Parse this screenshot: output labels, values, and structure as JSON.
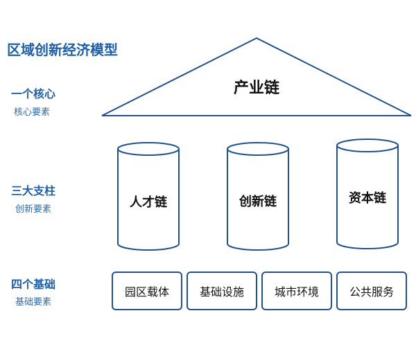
{
  "title": "区域创新经济模型",
  "core": {
    "title": "一个核心",
    "subtitle": "核心要素",
    "label": "产业链"
  },
  "pillars": {
    "title": "三大支柱",
    "subtitle": "创新要素",
    "items": [
      "人才链",
      "创新链",
      "资本链"
    ]
  },
  "foundations": {
    "title": "四个基础",
    "subtitle": "基础要素",
    "items": [
      "园区载体",
      "基础设施",
      "城市环境",
      "公共服务"
    ]
  },
  "colors": {
    "accent": "#1f5fa8",
    "stroke": "#1f4f8f"
  }
}
